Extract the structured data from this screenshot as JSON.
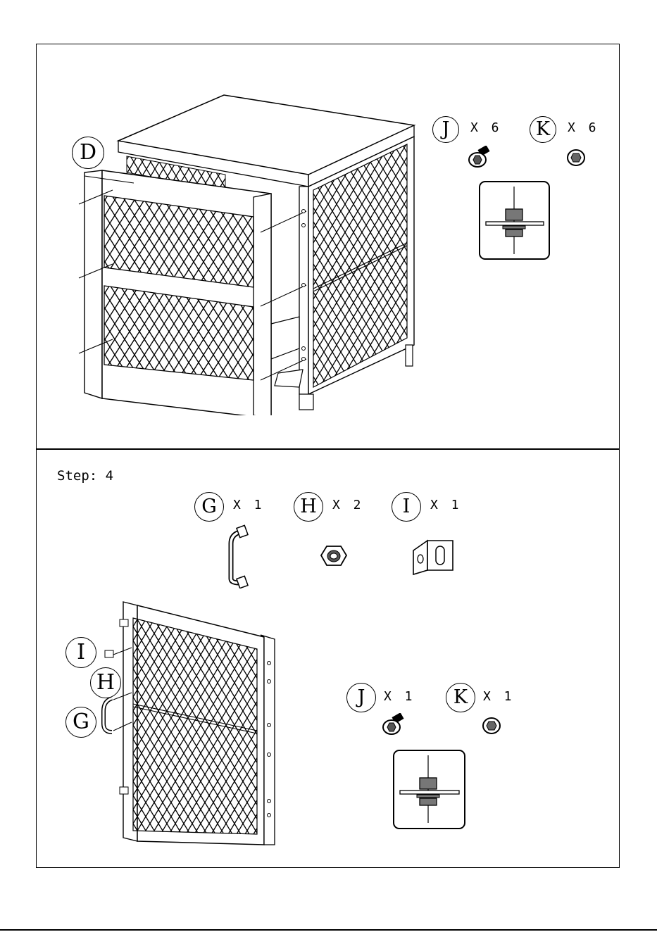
{
  "step": {
    "label": "Step: 4"
  },
  "top_panel": {
    "callout_panel": "D",
    "parts": [
      {
        "letter": "J",
        "qty": "X 6",
        "icon": "bolt-icon"
      },
      {
        "letter": "K",
        "qty": "X 6",
        "icon": "nut-icon"
      }
    ]
  },
  "bottom_panel": {
    "parts": [
      {
        "letter": "G",
        "qty": "X 1",
        "icon": "handle-icon"
      },
      {
        "letter": "H",
        "qty": "X 2",
        "icon": "hex-nut-icon"
      },
      {
        "letter": "I",
        "qty": "X 1",
        "icon": "bracket-icon"
      }
    ],
    "callouts": [
      "I",
      "H",
      "G"
    ],
    "fasteners": [
      {
        "letter": "J",
        "qty": "X 1",
        "icon": "bolt-icon"
      },
      {
        "letter": "K",
        "qty": "X 1",
        "icon": "nut-icon"
      }
    ]
  },
  "colors": {
    "ink": "#000000",
    "paper": "#ffffff"
  }
}
